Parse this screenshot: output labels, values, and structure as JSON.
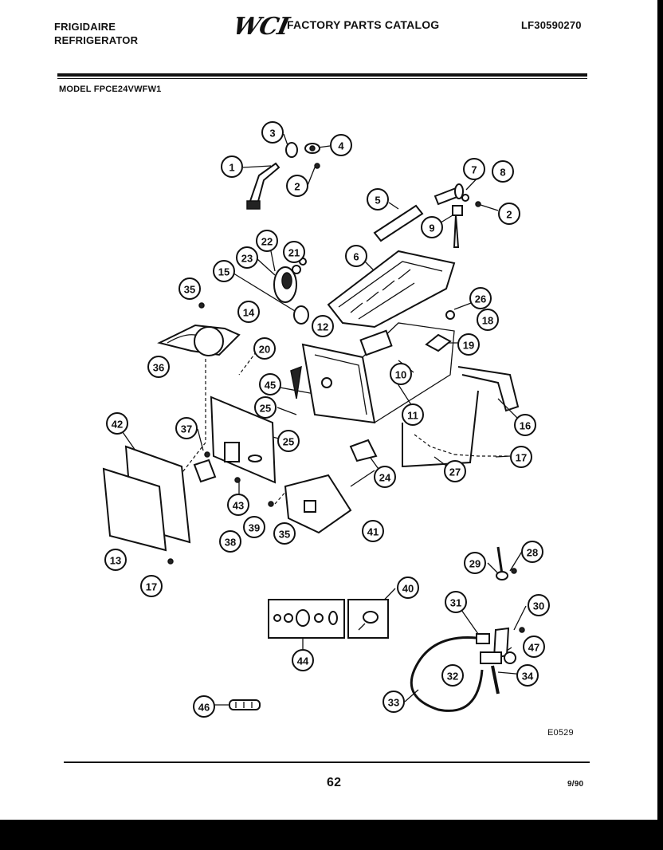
{
  "header": {
    "brand_line1": "FRIGIDAIRE",
    "brand_line2": "REFRIGERATOR",
    "logo": "WCI",
    "catalog_title": "FACTORY PARTS CATALOG",
    "catalog_number": "LF30590270",
    "model": "MODEL FPCE24VWFW1"
  },
  "footer": {
    "diagram_code": "E0529",
    "page_number": "62",
    "date": "9/90"
  },
  "callouts": [
    {
      "id": "c1",
      "label": "1"
    },
    {
      "id": "c2a",
      "label": "2"
    },
    {
      "id": "c3",
      "label": "3"
    },
    {
      "id": "c4",
      "label": "4"
    },
    {
      "id": "c5",
      "label": "5"
    },
    {
      "id": "c6",
      "label": "6"
    },
    {
      "id": "c7",
      "label": "7"
    },
    {
      "id": "c8",
      "label": "8"
    },
    {
      "id": "c9",
      "label": "9"
    },
    {
      "id": "c2b",
      "label": "2"
    },
    {
      "id": "c22",
      "label": "22"
    },
    {
      "id": "c21",
      "label": "21"
    },
    {
      "id": "c23",
      "label": "23"
    },
    {
      "id": "c15",
      "label": "15"
    },
    {
      "id": "c35a",
      "label": "35"
    },
    {
      "id": "c14",
      "label": "14"
    },
    {
      "id": "c12",
      "label": "12"
    },
    {
      "id": "c26",
      "label": "26"
    },
    {
      "id": "c18",
      "label": "18"
    },
    {
      "id": "c19",
      "label": "19"
    },
    {
      "id": "c20",
      "label": "20"
    },
    {
      "id": "c36",
      "label": "36"
    },
    {
      "id": "c10",
      "label": "10"
    },
    {
      "id": "c45",
      "label": "45"
    },
    {
      "id": "c25a",
      "label": "25"
    },
    {
      "id": "c11",
      "label": "11"
    },
    {
      "id": "c16",
      "label": "16"
    },
    {
      "id": "c42",
      "label": "42"
    },
    {
      "id": "c37",
      "label": "37"
    },
    {
      "id": "c25b",
      "label": "25"
    },
    {
      "id": "c17a",
      "label": "17"
    },
    {
      "id": "c24",
      "label": "24"
    },
    {
      "id": "c27",
      "label": "27"
    },
    {
      "id": "c43",
      "label": "43"
    },
    {
      "id": "c13",
      "label": "13"
    },
    {
      "id": "c38",
      "label": "38"
    },
    {
      "id": "c39",
      "label": "39"
    },
    {
      "id": "c35b",
      "label": "35"
    },
    {
      "id": "c41",
      "label": "41"
    },
    {
      "id": "c17b",
      "label": "17"
    },
    {
      "id": "c29",
      "label": "29"
    },
    {
      "id": "c28",
      "label": "28"
    },
    {
      "id": "c40",
      "label": "40"
    },
    {
      "id": "c30",
      "label": "30"
    },
    {
      "id": "c31",
      "label": "31"
    },
    {
      "id": "c47",
      "label": "47"
    },
    {
      "id": "c44",
      "label": "44"
    },
    {
      "id": "c32",
      "label": "32"
    },
    {
      "id": "c34",
      "label": "34"
    },
    {
      "id": "c33",
      "label": "33"
    },
    {
      "id": "c46",
      "label": "46"
    }
  ]
}
